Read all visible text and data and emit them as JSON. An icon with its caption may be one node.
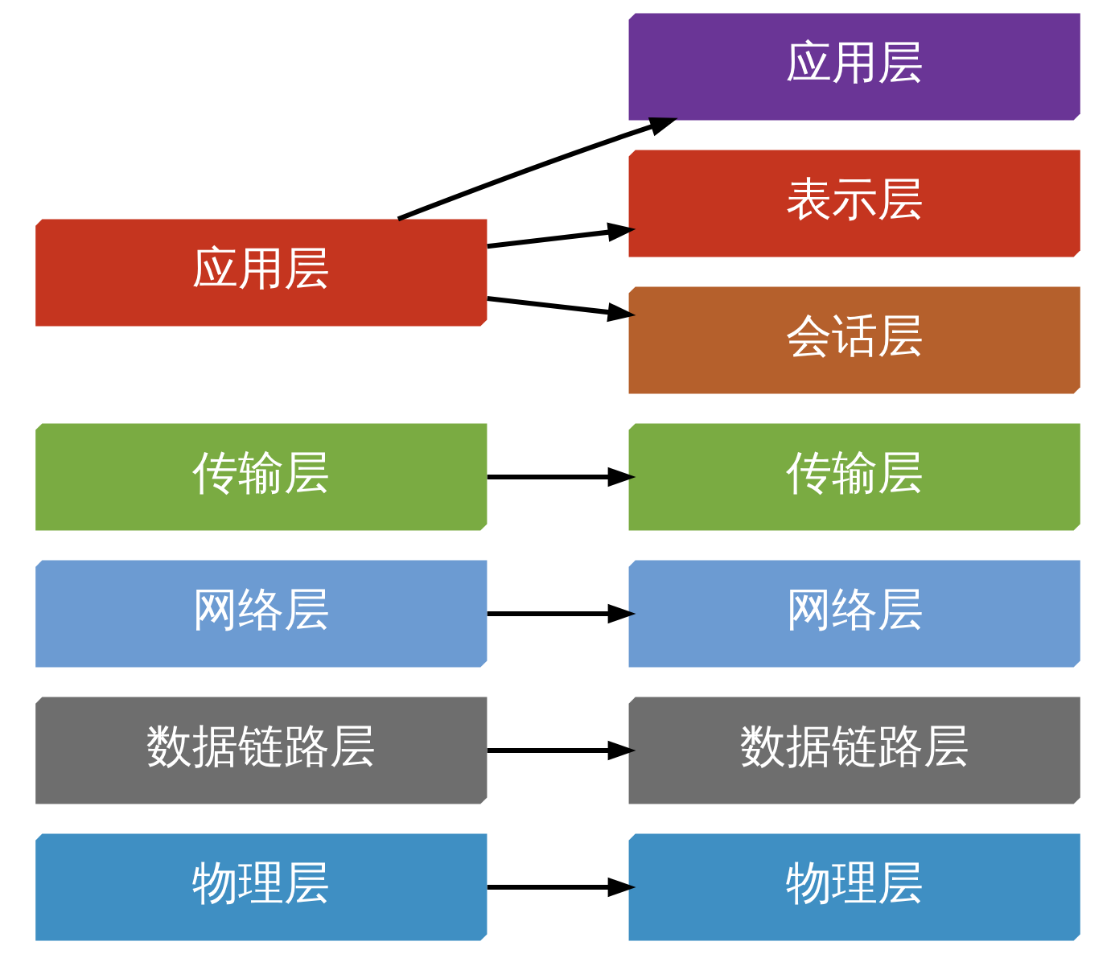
{
  "diagram": {
    "nodes": [
      {
        "text": [
          "应用层"
        ]
      },
      {
        "text": [
          "传输层"
        ]
      },
      {
        "text": [
          "网络层"
        ]
      },
      {
        "text": [
          "数据链路层"
        ]
      },
      {
        "text": [
          "物理层"
        ]
      },
      {
        "text": [
          "应用层"
        ]
      },
      {
        "text": [
          "表示层"
        ]
      },
      {
        "text": [
          "会话层"
        ]
      },
      {
        "text": [
          "传输层"
        ]
      },
      {
        "text": [
          "网络层"
        ]
      },
      {
        "text": [
          "数据链路层"
        ]
      },
      {
        "text": [
          "物理层"
        ]
      }
    ],
    "edges": [
      {
        "from": 0,
        "to": 5,
        "arrow": "to"
      },
      {
        "from": 0,
        "to": 6,
        "arrow": "to"
      },
      {
        "from": 0,
        "to": 7,
        "arrow": "to"
      },
      {
        "from": 1,
        "to": 8,
        "arrow": "to"
      },
      {
        "from": 2,
        "to": 9,
        "arrow": "to"
      },
      {
        "from": 3,
        "to": 10,
        "arrow": "to"
      },
      {
        "from": 4,
        "to": 11,
        "arrow": "to"
      }
    ]
  }
}
